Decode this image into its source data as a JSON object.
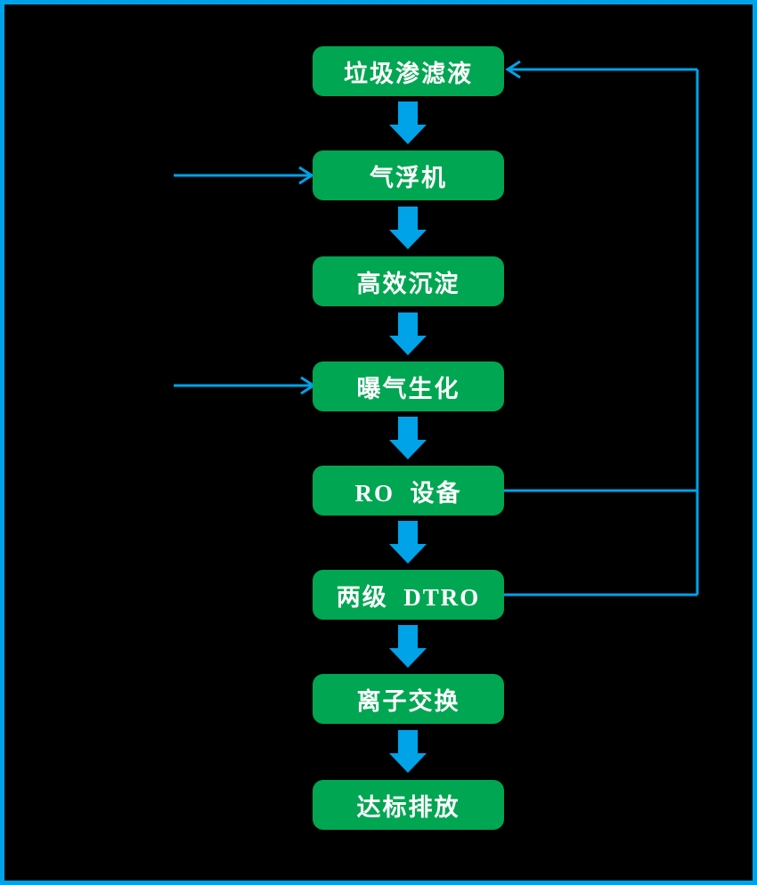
{
  "diagram": {
    "type": "flowchart",
    "background_color": "#000000",
    "border_color": "#00A2E8",
    "node_fill_color": "#00A651",
    "node_text_color": "#FFFFFF",
    "connector_color": "#00A2E8",
    "nodes": [
      {
        "id": "leachate",
        "label": "垃圾渗滤液"
      },
      {
        "id": "air-flotation",
        "label": "气浮机"
      },
      {
        "id": "sedimentation",
        "label": "高效沉淀"
      },
      {
        "id": "aeration",
        "label": "曝气生化"
      },
      {
        "id": "ro-equipment",
        "label": "RO  设备"
      },
      {
        "id": "dtro",
        "label": "两级  DTRO"
      },
      {
        "id": "ion-exchange",
        "label": "离子交换"
      },
      {
        "id": "discharge",
        "label": "达标排放"
      }
    ],
    "edges": [
      {
        "from": "leachate",
        "to": "air-flotation",
        "style": "block-arrow"
      },
      {
        "from": "air-flotation",
        "to": "sedimentation",
        "style": "block-arrow"
      },
      {
        "from": "sedimentation",
        "to": "aeration",
        "style": "block-arrow"
      },
      {
        "from": "aeration",
        "to": "ro-equipment",
        "style": "block-arrow"
      },
      {
        "from": "ro-equipment",
        "to": "dtro",
        "style": "block-arrow"
      },
      {
        "from": "dtro",
        "to": "ion-exchange",
        "style": "block-arrow"
      },
      {
        "from": "ion-exchange",
        "to": "discharge",
        "style": "block-arrow"
      },
      {
        "from": "ro-equipment",
        "to": "leachate",
        "style": "line-arrow-right-loop"
      },
      {
        "from": "dtro",
        "to": "leachate",
        "style": "line-arrow-right-loop"
      },
      {
        "from": "outside-left",
        "to": "air-flotation",
        "style": "line-arrow"
      },
      {
        "from": "outside-left",
        "to": "aeration",
        "style": "line-arrow"
      }
    ]
  }
}
